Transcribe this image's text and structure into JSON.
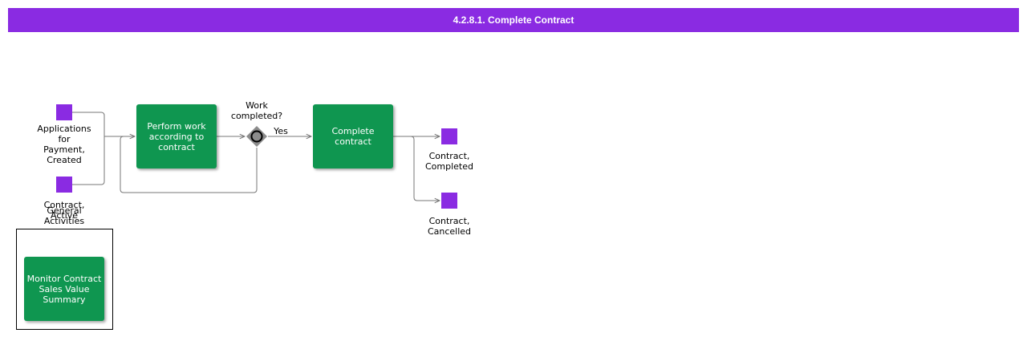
{
  "header": {
    "title": "4.2.8.1. Complete Contract"
  },
  "events": {
    "applications_created": "Applications\nfor\nPayment,\nCreated",
    "contract_active": "Contract,\nActive",
    "contract_completed": "Contract,\nCompleted",
    "contract_cancelled": "Contract,\nCancelled"
  },
  "tasks": {
    "perform_work": "Perform work\naccording to\ncontract",
    "complete_contract": "Complete\ncontract",
    "monitor": "Monitor Contract\nSales Value\nSummary"
  },
  "gateway": {
    "label": "Work\ncompleted?",
    "yes_label": "Yes"
  },
  "group": {
    "label": "General\nActivities"
  },
  "colors": {
    "header": "#8a2be2",
    "event": "#8a2be2",
    "task": "#0f9650",
    "gateway": "#8c8c8c"
  }
}
